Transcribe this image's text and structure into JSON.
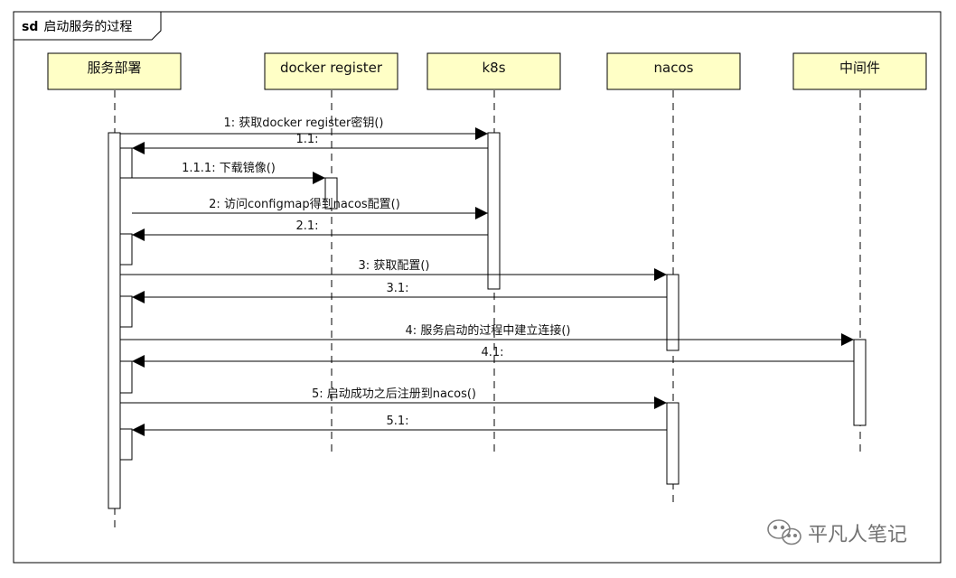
{
  "frame": {
    "keyword": "sd",
    "title": "启动服务的过程"
  },
  "lifelines": [
    {
      "id": "svc",
      "label": "服务部署"
    },
    {
      "id": "docker",
      "label": "docker register"
    },
    {
      "id": "k8s",
      "label": "k8s"
    },
    {
      "id": "nacos",
      "label": "nacos"
    },
    {
      "id": "mid",
      "label": "中间件"
    }
  ],
  "messages": [
    {
      "label": "1: 获取docker register密钥()",
      "kind": "sync"
    },
    {
      "label": "1.1:",
      "kind": "reply"
    },
    {
      "label": "1.1.1: 下载镜像()",
      "kind": "sync"
    },
    {
      "label": "2: 访问configmap得到nacos配置()",
      "kind": "sync"
    },
    {
      "label": "2.1:",
      "kind": "reply"
    },
    {
      "label": "3: 获取配置()",
      "kind": "sync"
    },
    {
      "label": "3.1:",
      "kind": "reply"
    },
    {
      "label": "4: 服务启动的过程中建立连接()",
      "kind": "sync"
    },
    {
      "label": "4.1:",
      "kind": "reply"
    },
    {
      "label": "5: 启动成功之后注册到nacos()",
      "kind": "sync"
    },
    {
      "label": "5.1:",
      "kind": "reply"
    }
  ],
  "watermark": {
    "text": "平凡人笔记",
    "icon": "wechat-icon"
  },
  "colors": {
    "lifeline_fill": "#ffffc6",
    "line": "#000000",
    "frame_border": "#000000"
  }
}
